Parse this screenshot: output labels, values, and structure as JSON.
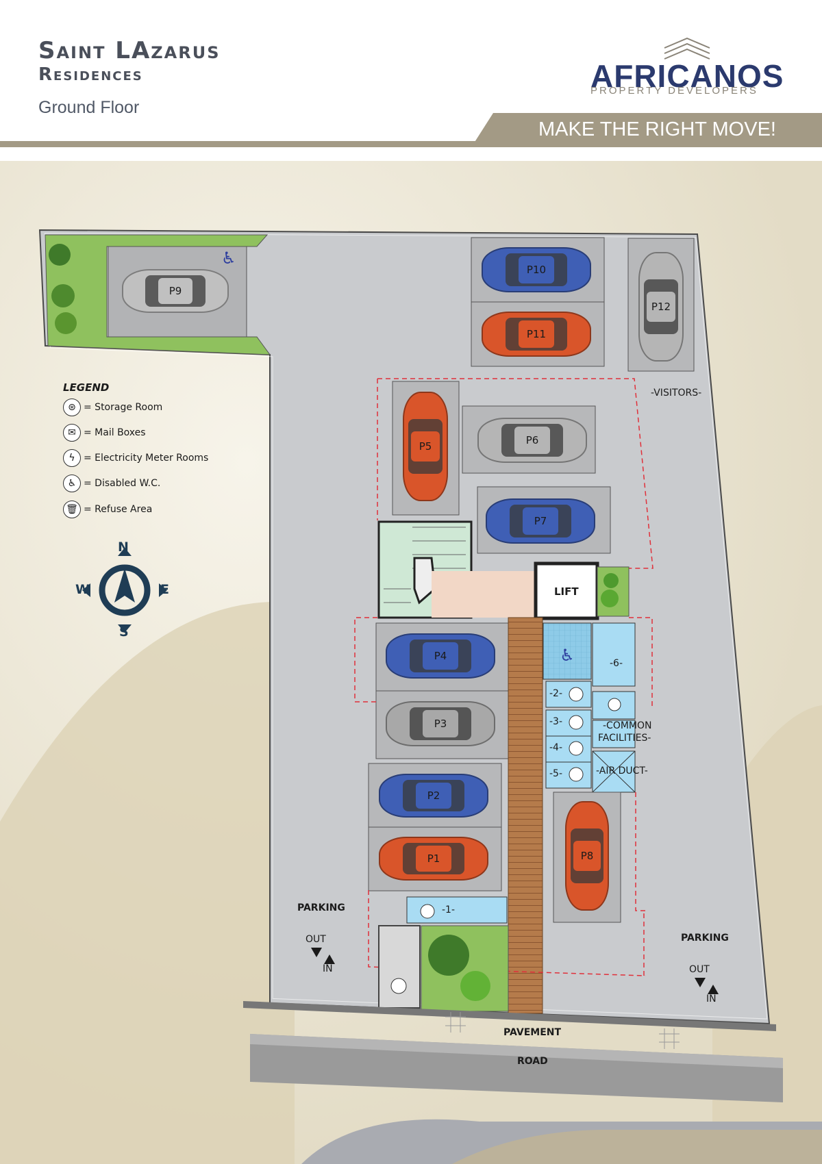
{
  "header": {
    "title_line1": "Saint LAzarus",
    "title_line2": "Residences",
    "floor": "Ground Floor",
    "brand_name": "AFRICANOS",
    "brand_tagline": "PROPERTY DEVELOPERS",
    "slogan": "MAKE THE RIGHT MOVE!"
  },
  "legend": {
    "title": "LEGEND",
    "items": [
      {
        "icon": "storage-icon",
        "glyph": "⊛",
        "label": "= Storage Room"
      },
      {
        "icon": "mail-icon",
        "glyph": "✉",
        "label": "= Mail Boxes"
      },
      {
        "icon": "lightning-icon",
        "glyph": "ϟ",
        "label": "= Electricity Meter Rooms"
      },
      {
        "icon": "wheelchair-icon",
        "glyph": "♿",
        "label": "= Disabled W.C."
      },
      {
        "icon": "trash-icon",
        "glyph": "🗑",
        "label": "= Refuse Area"
      }
    ]
  },
  "compass": {
    "n": "N",
    "s": "S",
    "e": "E",
    "w": "W"
  },
  "parking_spaces": [
    "P1",
    "P2",
    "P3",
    "P4",
    "P5",
    "P6",
    "P7",
    "P8",
    "P9",
    "P10",
    "P11",
    "P12"
  ],
  "car_colors": {
    "P1": "#d9552a",
    "P2": "#3f5fb5",
    "P3": "#a8a8a8",
    "P4": "#3f5fb5",
    "P5": "#d9552a",
    "P6": "#b5b5b5",
    "P7": "#3f5fb5",
    "P8": "#d9552a",
    "P9": "#c0c0c0",
    "P10": "#3f5fb5",
    "P11": "#d9552a",
    "P12": "#b5b5b5"
  },
  "rooms": {
    "lift": "LIFT",
    "common": "-COMMON",
    "facilities": "FACILITIES-",
    "air_duct": "-AIR DUCT-",
    "storage": [
      "-1-",
      "-2-",
      "-3-",
      "-4-",
      "-5-",
      "-6-"
    ]
  },
  "labels": {
    "visitors": "-VISITORS-",
    "parking_left": "PARKING",
    "parking_right": "PARKING",
    "out": "OUT",
    "in": "IN",
    "pavement": "PAVEMENT",
    "road": "ROAD"
  },
  "colors": {
    "accent_band": "#a39a85",
    "brand": "#2b3a6e",
    "paving": "#c9cbce",
    "grass": "#8fc15e",
    "water_rooms": "#a9dcf3",
    "wood_path": "#b0784a",
    "boundary_dash": "#e0303a"
  }
}
